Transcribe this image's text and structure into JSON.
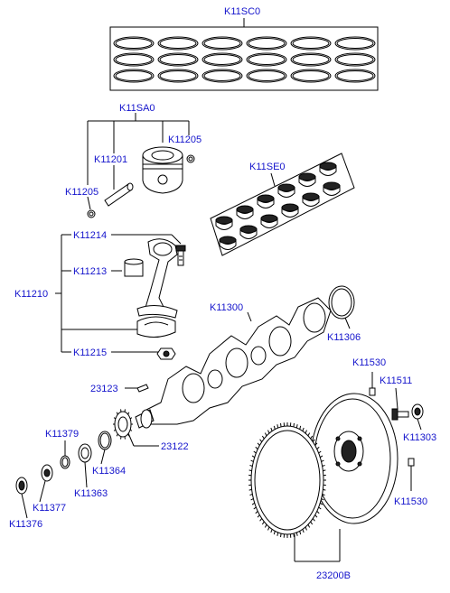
{
  "labels": {
    "k11sc0": "K11SC0",
    "k11sa0": "K11SA0",
    "k11205_top": "K11205",
    "k11201": "K11201",
    "k11205_left": "K11205",
    "k11se0": "K11SE0",
    "k11214": "K11214",
    "k11213": "K11213",
    "k11210": "K11210",
    "k11215": "K11215",
    "k11300": "K11300",
    "k11306": "K11306",
    "k11530_top": "K11530",
    "k11511": "K11511",
    "k11303": "K11303",
    "k11530_bottom": "K11530",
    "p23123": "23123",
    "k11379": "K11379",
    "p23122": "23122",
    "k11364": "K11364",
    "k11363": "K11363",
    "k11377": "K11377",
    "k11376": "K11376",
    "p23200b": "23200B"
  },
  "colors": {
    "label": "#1414cc",
    "line": "#000000",
    "part_fill": "#ffffff"
  }
}
